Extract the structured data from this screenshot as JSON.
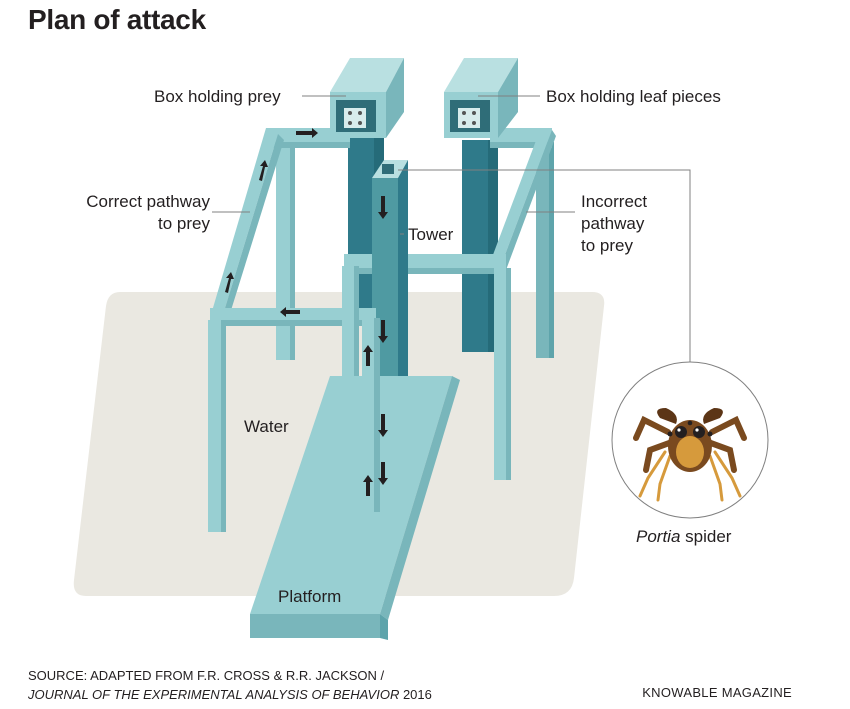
{
  "title": "Plan of attack",
  "labels": {
    "box_prey": "Box holding prey",
    "box_leaf": "Box holding leaf pieces",
    "correct_1": "Correct pathway",
    "correct_2": "to prey",
    "incorrect_1": "Incorrect",
    "incorrect_2": "pathway",
    "incorrect_3": "to prey",
    "tower": "Tower",
    "water": "Water",
    "platform": "Platform",
    "spider_italic": "Portia",
    "spider_rest": " spider"
  },
  "source": {
    "line1": "SOURCE: ADAPTED FROM F.R. CROSS & R.R. JACKSON /",
    "journal": "JOURNAL OF THE EXPERIMENTAL ANALYSIS OF BEHAVIOR",
    "year": " 2016"
  },
  "credit": "KNOWABLE MAGAZINE",
  "colors": {
    "water": "#eae8e1",
    "frame_light": "#98cfd2",
    "frame_mid": "#79b6bb",
    "frame_dark": "#4f9aa2",
    "tower_dark": "#2f7a8a",
    "leader": "#808080",
    "spider_brown": "#7a4a1f",
    "spider_tan": "#d69a3c"
  },
  "icons": [
    "arrow-icon",
    "spider-icon"
  ]
}
